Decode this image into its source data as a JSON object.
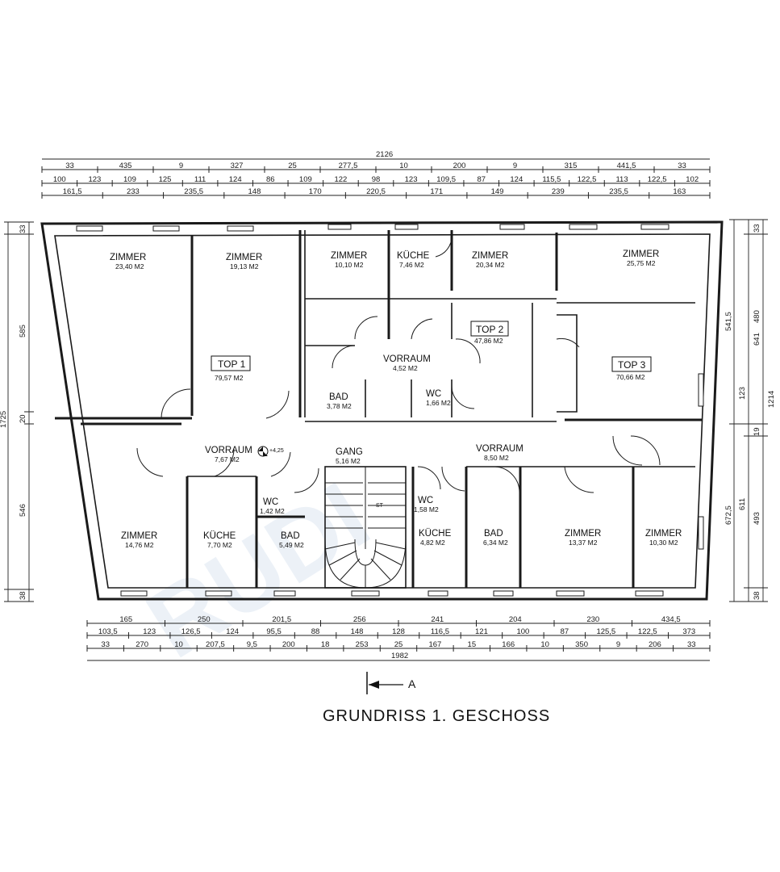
{
  "title": "GRUNDRISS  1. GESCHOSS",
  "section_marker": "A",
  "watermark_text": "RUDI",
  "top_dims": {
    "total": "2126",
    "row1": [
      "33",
      "435",
      "9",
      "327",
      "25",
      "277,5",
      "10",
      "200",
      "9",
      "315",
      "441,5",
      "33"
    ],
    "row2": [
      "100",
      "123",
      "109",
      "125",
      "111",
      "124",
      "86",
      "109",
      "122",
      "98",
      "123",
      "109,5",
      "87",
      "124",
      "115,5",
      "122,5",
      "113",
      "122,5",
      "102"
    ],
    "row3": [
      "161,5",
      "233",
      "235,5",
      "148",
      "170",
      "220,5",
      "171",
      "149",
      "239",
      "235,5",
      "163"
    ]
  },
  "bottom_dims": {
    "row1": [
      "165",
      "250",
      "201,5",
      "256",
      "241",
      "204",
      "230",
      "434,5"
    ],
    "row2": [
      "103,5",
      "123",
      "126,5",
      "124",
      "95,5",
      "88",
      "148",
      "128",
      "116,5",
      "121",
      "100",
      "87",
      "125,5",
      "122,5",
      "373"
    ],
    "row3": [
      "33",
      "270",
      "10",
      "207,5",
      "9,5",
      "200",
      "18",
      "253",
      "25",
      "167",
      "15",
      "166",
      "10",
      "350",
      "9",
      "206",
      "33"
    ],
    "total": "1982"
  },
  "left_dims": [
    "33",
    "585",
    "1725",
    "20",
    "546",
    "38"
  ],
  "right_dims": [
    "33",
    "480",
    "541,5",
    "641",
    "123",
    "1214",
    "19",
    "672,5",
    "611",
    "493",
    "38"
  ],
  "rooms": [
    {
      "name": "ZIMMER",
      "area": "23,40 M2"
    },
    {
      "name": "ZIMMER",
      "area": "19,13 M2"
    },
    {
      "name": "ZIMMER",
      "area": "10,10 M2"
    },
    {
      "name": "KÜCHE",
      "area": "7,46 M2"
    },
    {
      "name": "ZIMMER",
      "area": "20,34 M2"
    },
    {
      "name": "ZIMMER",
      "area": "25,75 M2"
    },
    {
      "name": "VORRAUM",
      "area": "4,52 M2"
    },
    {
      "name": "BAD",
      "area": "3,78 M2"
    },
    {
      "name": "WC",
      "area": "1,66 M2"
    },
    {
      "name": "VORRAUM",
      "area": "7,67 M2"
    },
    {
      "name": "GANG",
      "area": "5,16 M2"
    },
    {
      "name": "VORRAUM",
      "area": "8,50 M2"
    },
    {
      "name": "WC",
      "area": "1,42 M2"
    },
    {
      "name": "WC",
      "area": "1,58 M2"
    },
    {
      "name": "ZIMMER",
      "area": "14,76 M2"
    },
    {
      "name": "KÜCHE",
      "area": "7,70 M2"
    },
    {
      "name": "BAD",
      "area": "5,49 M2"
    },
    {
      "name": "KÜCHE",
      "area": "4,82 M2"
    },
    {
      "name": "BAD",
      "area": "6,34 M2"
    },
    {
      "name": "ZIMMER",
      "area": "13,37 M2"
    },
    {
      "name": "ZIMMER",
      "area": "10,30 M2"
    }
  ],
  "units": [
    {
      "name": "TOP 1",
      "area": "79,57 M2"
    },
    {
      "name": "TOP 2",
      "area": "47,86 M2"
    },
    {
      "name": "TOP 3",
      "area": "70,66 M2"
    }
  ],
  "level_mark": "+4,25",
  "stair_label": "ST"
}
